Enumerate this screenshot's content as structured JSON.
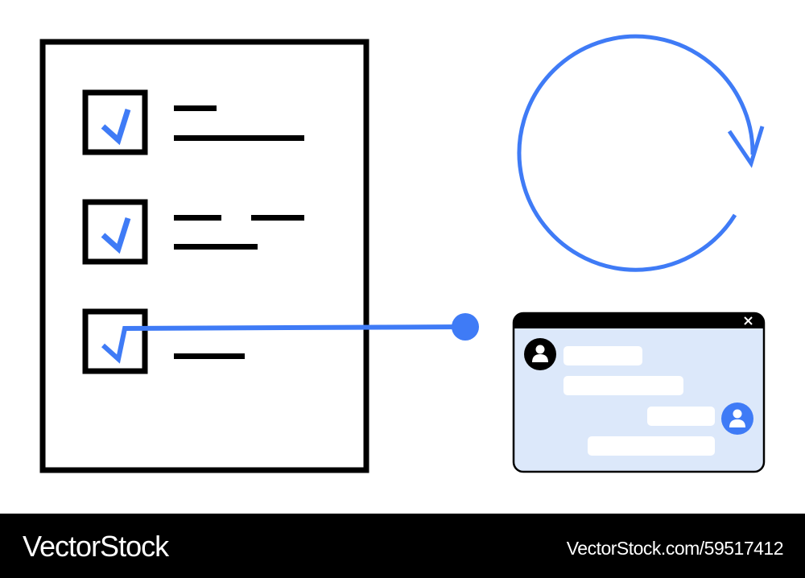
{
  "illustration": {
    "colors": {
      "accent": "#3f7bf6",
      "stroke": "#000000",
      "chat_bg": "#dce8fa",
      "bubble": "#ffffff",
      "background": "#ffffff"
    },
    "checklist": {
      "items": [
        {
          "checked": true,
          "lines": 2
        },
        {
          "checked": true,
          "lines": 3
        },
        {
          "checked": true,
          "lines": 1
        }
      ]
    },
    "refresh_icon": "circular-arrow-icon",
    "chat_window": {
      "close_icon": "×",
      "messages": [
        {
          "sender": "other",
          "avatar": "user-icon"
        },
        {
          "sender": "other"
        },
        {
          "sender": "self",
          "avatar": "user-icon"
        },
        {
          "sender": "self"
        }
      ]
    }
  },
  "footer": {
    "brand": "VectorStock",
    "reference": "VectorStock.com/59517412"
  }
}
